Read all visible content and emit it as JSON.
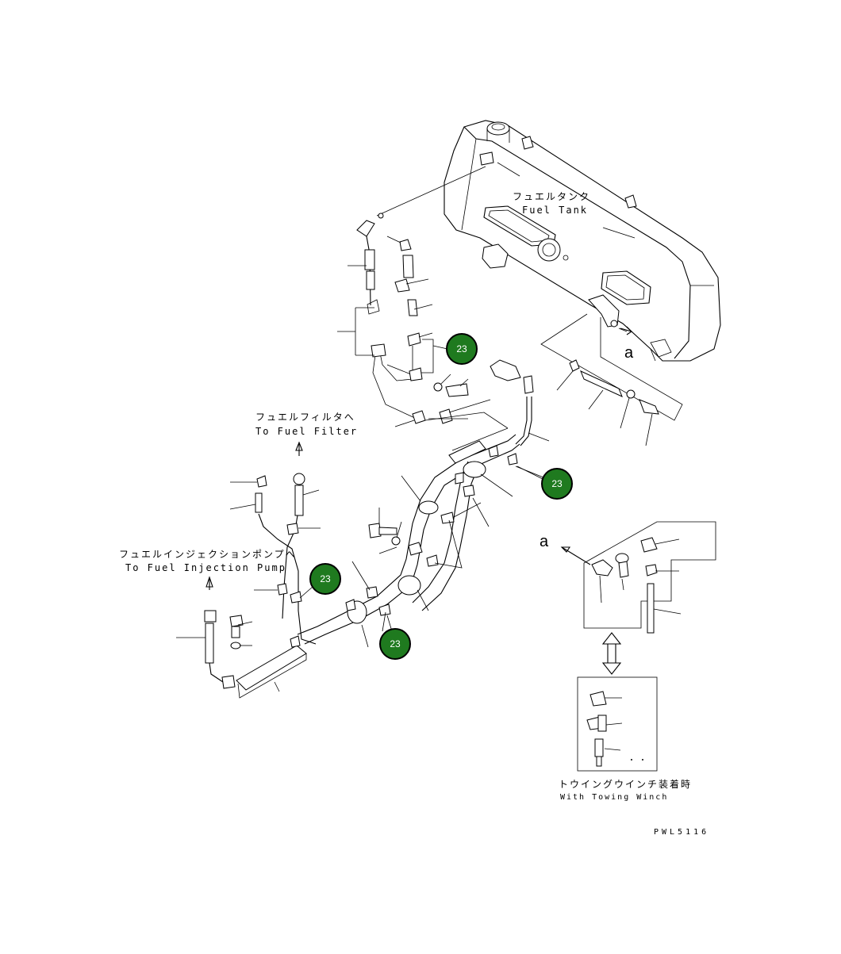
{
  "labels": {
    "fuel_tank_jp": "フュエルタンク",
    "fuel_tank_en": "Fuel Tank",
    "fuel_filter_jp": "フュエルフィルタへ",
    "fuel_filter_en": "To Fuel Filter",
    "injection_pump_jp": "フュエルインジェクションポンプへ",
    "injection_pump_en": "To Fuel Injection Pump",
    "towing_winch_jp": "トウイングウインチ装着時",
    "towing_winch_en": "With Towing Winch",
    "view_a_tank": "a",
    "view_a_detail": "a",
    "drawing_code": "PWL5116"
  },
  "callouts": [
    {
      "number": "23"
    },
    {
      "number": "23"
    },
    {
      "number": "23"
    },
    {
      "number": "23"
    }
  ],
  "colors": {
    "callout_fill": "#1f7a1f",
    "ink": "#000000",
    "paper": "#ffffff"
  }
}
